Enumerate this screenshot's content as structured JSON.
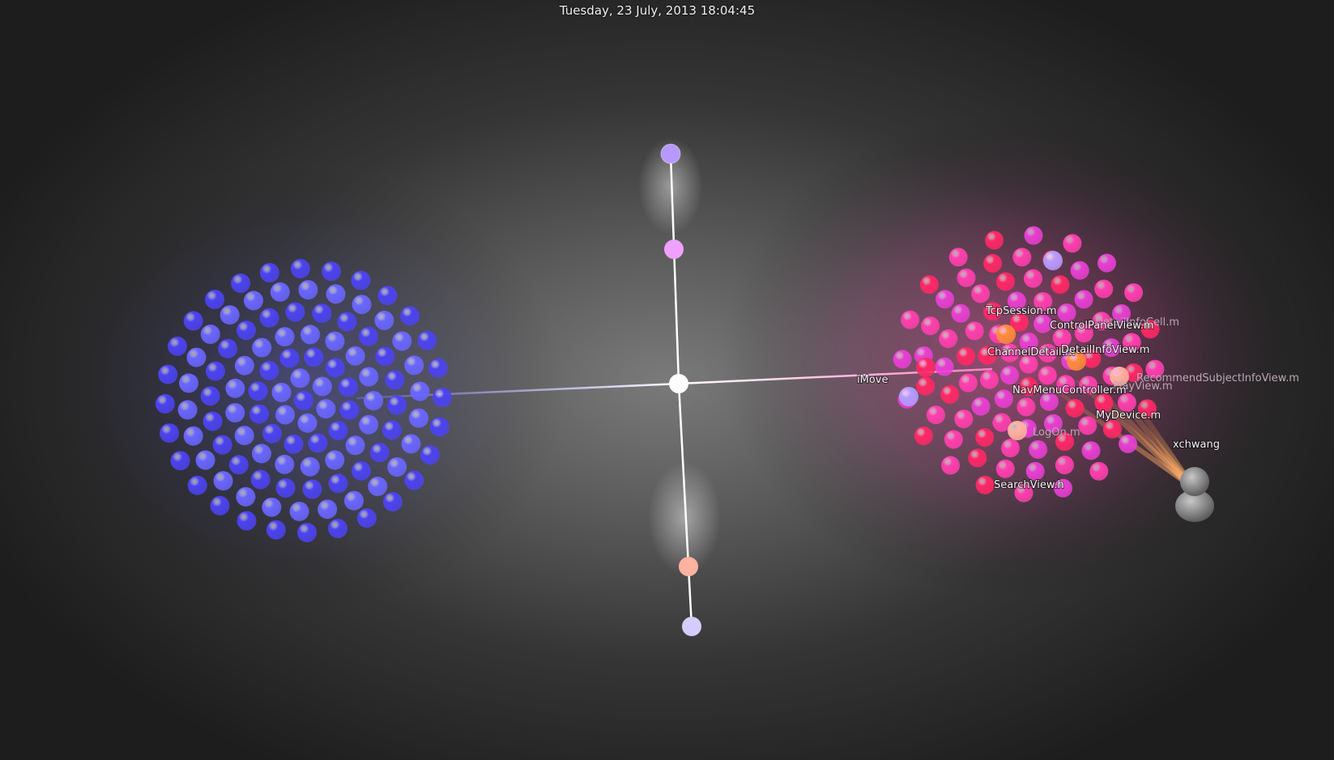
{
  "header": {
    "timestamp": "Tuesday, 23 July, 2013 18:04:45"
  },
  "colors": {
    "left_cluster": "#4c43f0",
    "right_pink": "#ff3fae",
    "right_red": "#ff2866",
    "right_magenta": "#e83fd2",
    "orange": "#ff8c3a",
    "peach": "#ffb2a0",
    "lilac": "#b39cff",
    "axis": "#ffffff",
    "beam": "#ff9a45"
  },
  "icons": {
    "user": "user-avatar-icon",
    "hub": "hub-node-icon"
  },
  "center_label": "iMove",
  "user": {
    "name": "xchwang"
  },
  "file_labels": [
    {
      "text": "TcpSession.m",
      "dim": false
    },
    {
      "text": "DetailInfoCell.m",
      "dim": true
    },
    {
      "text": "ControlPanelView.m",
      "dim": false
    },
    {
      "text": "ChannelDetail.m",
      "dim": false
    },
    {
      "text": "DetailInfoView.m",
      "dim": false
    },
    {
      "text": "RecommendSubjectInfoView.m",
      "dim": true
    },
    {
      "text": "PlayView.m",
      "dim": true
    },
    {
      "text": "NavMenuController.m",
      "dim": false
    },
    {
      "text": "MyDevice.m",
      "dim": false
    },
    {
      "text": "LogOn.m",
      "dim": true
    },
    {
      "text": "SearchView.h",
      "dim": false
    }
  ]
}
